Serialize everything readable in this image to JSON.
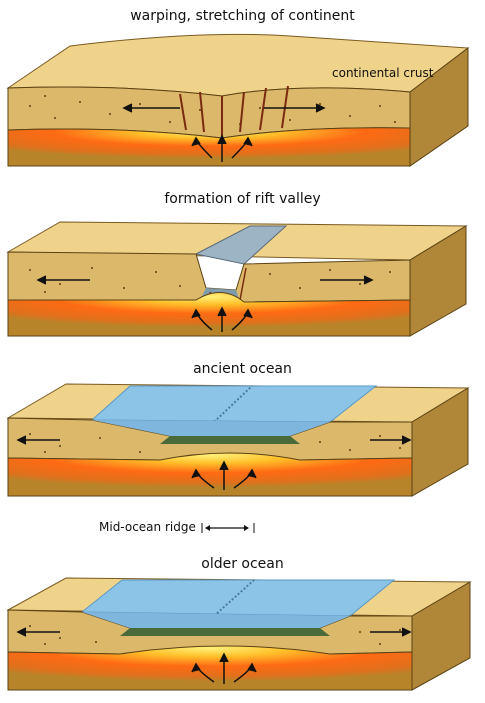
{
  "stages": [
    {
      "title": "warping, stretching of continent",
      "label": "continental crust"
    },
    {
      "title": "formation of rift valley"
    },
    {
      "title": "ancient ocean"
    },
    {
      "title": "older ocean"
    }
  ],
  "legend": {
    "ridge_label": "Mid-ocean ridge"
  },
  "colors": {
    "sand_top": "#eccb7a",
    "sand_dark": "#c9a052",
    "mantle_top": "#ffe04a",
    "mantle_mid": "#ff7a1a",
    "mantle_edge": "#c98a20",
    "ocean": "#8cc4e8",
    "ocean_dark": "#5a98c6",
    "lava": "#d1452a"
  }
}
